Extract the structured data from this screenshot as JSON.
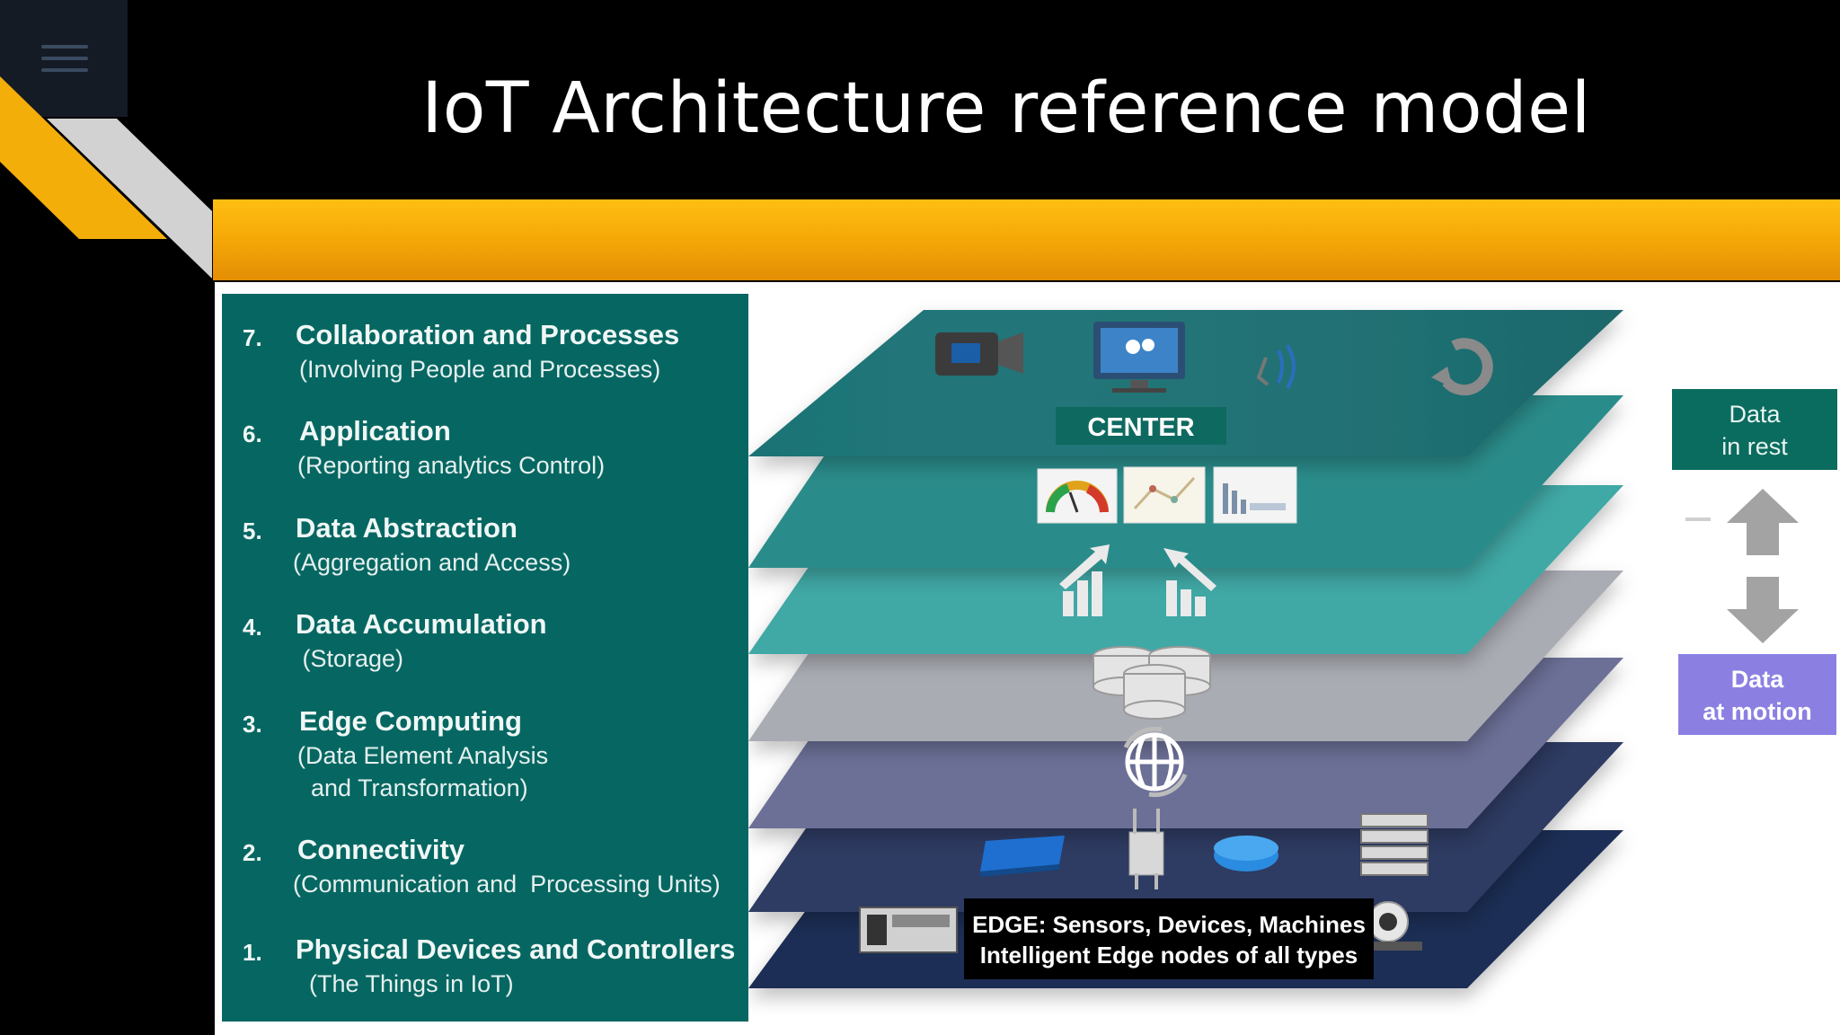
{
  "slide": {
    "title": "IoT Architecture reference model"
  },
  "layers": [
    {
      "number": "7.",
      "name": "Collaboration and Processes",
      "sub": "(Involving People and Processes)"
    },
    {
      "number": "6.",
      "name": "Application",
      "sub": "(Reporting analytics Control)"
    },
    {
      "number": "5.",
      "name": "Data Abstraction",
      "sub": "(Aggregation and Access)"
    },
    {
      "number": "4.",
      "name": "Data Accumulation",
      "sub": " (Storage)"
    },
    {
      "number": "3.",
      "name": "Edge Computing",
      "sub": "(Data Element Analysis\n  and Transformation)"
    },
    {
      "number": "2.",
      "name": "Connectivity",
      "sub": "(Communication and  Processing Units)"
    },
    {
      "number": "1.",
      "name": "Physical Devices  and Controllers",
      "sub": "  (The Things in IoT)"
    }
  ],
  "diagram": {
    "center_label": "CENTER",
    "edge_label_line1": "EDGE: Sensors, Devices, Machines",
    "edge_label_line2": "Intelligent Edge nodes of all types"
  },
  "data_states": {
    "rest_line1": "Data",
    "rest_line2": "in rest",
    "motion_line1": "Data",
    "motion_line2": "at motion"
  },
  "colors": {
    "panel_teal": "#066762",
    "gold": "#f6aa08",
    "rest_box": "#0a6c5e",
    "motion_box": "#8b80e2"
  }
}
